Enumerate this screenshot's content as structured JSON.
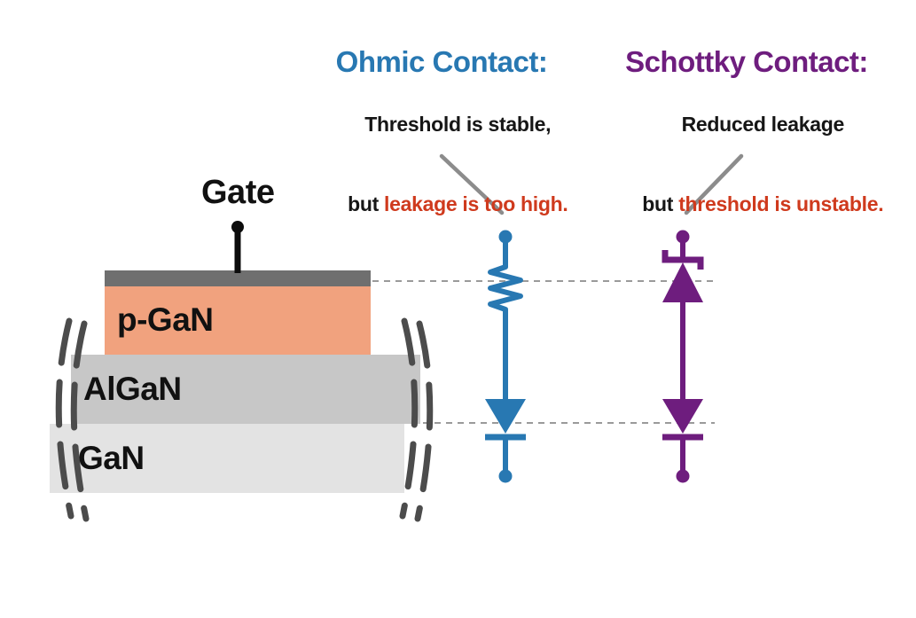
{
  "annotations": {
    "ohmic": {
      "title": "Ohmic Contact:",
      "line1": "Threshold is stable,",
      "line2_prefix": "but ",
      "line2_highlight": "leakage is too high."
    },
    "schottky": {
      "title": "Schottky Contact:",
      "line1": "Reduced leakage",
      "line2_prefix": "but ",
      "line2_highlight": "threshold is unstable."
    }
  },
  "device": {
    "gate_label": "Gate",
    "layers": [
      {
        "label": "p-GaN",
        "color": "#f1a27e"
      },
      {
        "label": "AlGaN",
        "color": "#c7c7c7"
      },
      {
        "label": "GaN",
        "color": "#e3e3e3"
      }
    ],
    "gate_metal_color": "#6f6f6f"
  },
  "colors": {
    "ohmic_blue": "#2878b2",
    "schottky_purple": "#6e1d7e",
    "warning_red": "#cf3a1d",
    "pointer_gray": "#8c8c8c",
    "dashed_line_gray": "#9a9a9a",
    "break_mark_gray": "#4c4c4c"
  }
}
